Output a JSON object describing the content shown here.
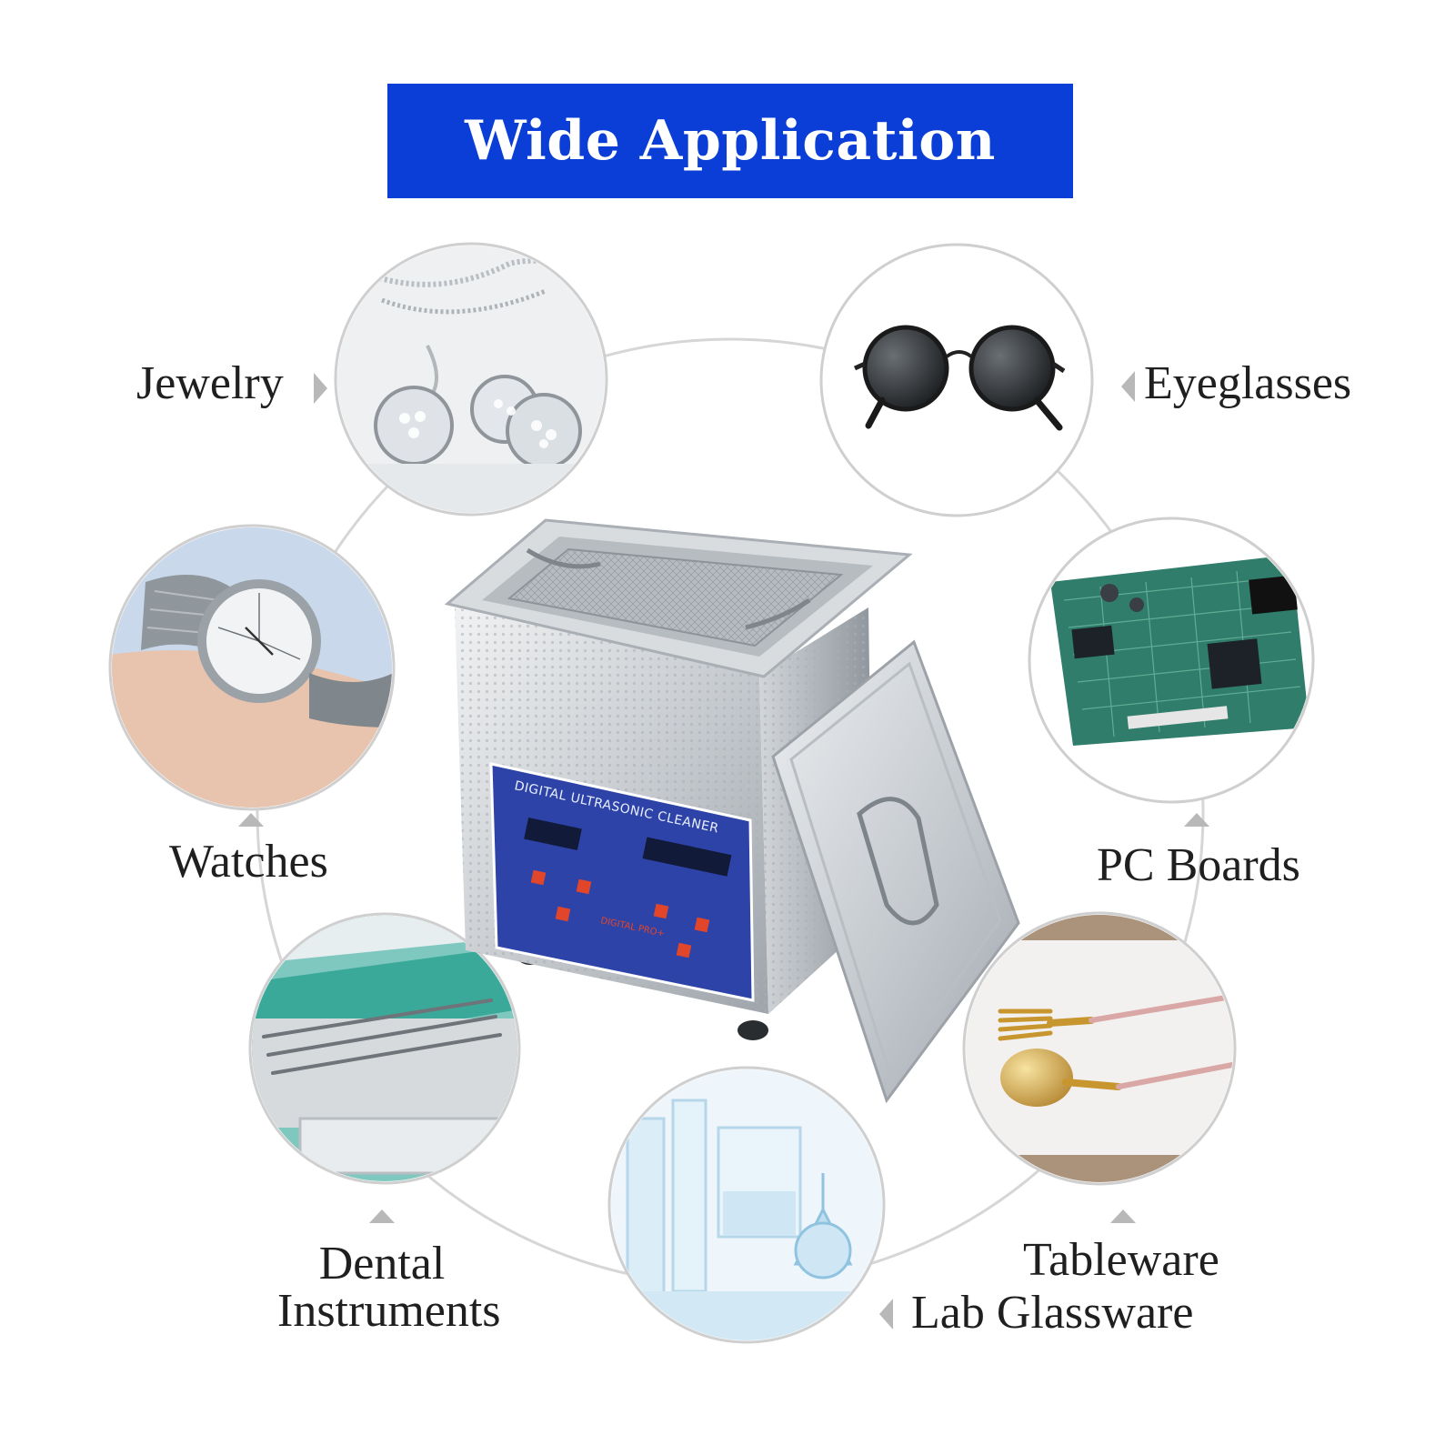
{
  "banner": {
    "title": "Wide Application"
  },
  "applications": [
    {
      "label": "Jewelry",
      "icon": "jewelry-icon"
    },
    {
      "label": "Eyeglasses",
      "icon": "sunglasses-icon"
    },
    {
      "label": "Watches",
      "icon": "watch-icon"
    },
    {
      "label": "PC Boards",
      "icon": "pc-board-icon"
    },
    {
      "label": "Dental Instruments",
      "icon": "dental-instruments-icon"
    },
    {
      "label": "Tableware",
      "icon": "tableware-icon"
    },
    {
      "label": "Lab Glassware",
      "icon": "lab-glassware-icon"
    }
  ],
  "product": {
    "panel_title": "DIGITAL ULTRASONIC CLEANER",
    "brand": "DIGITAL PRO+"
  },
  "colors": {
    "banner": "#0a3ed6",
    "connector": "#d6d6d6",
    "arrow": "#b8b8b8"
  }
}
